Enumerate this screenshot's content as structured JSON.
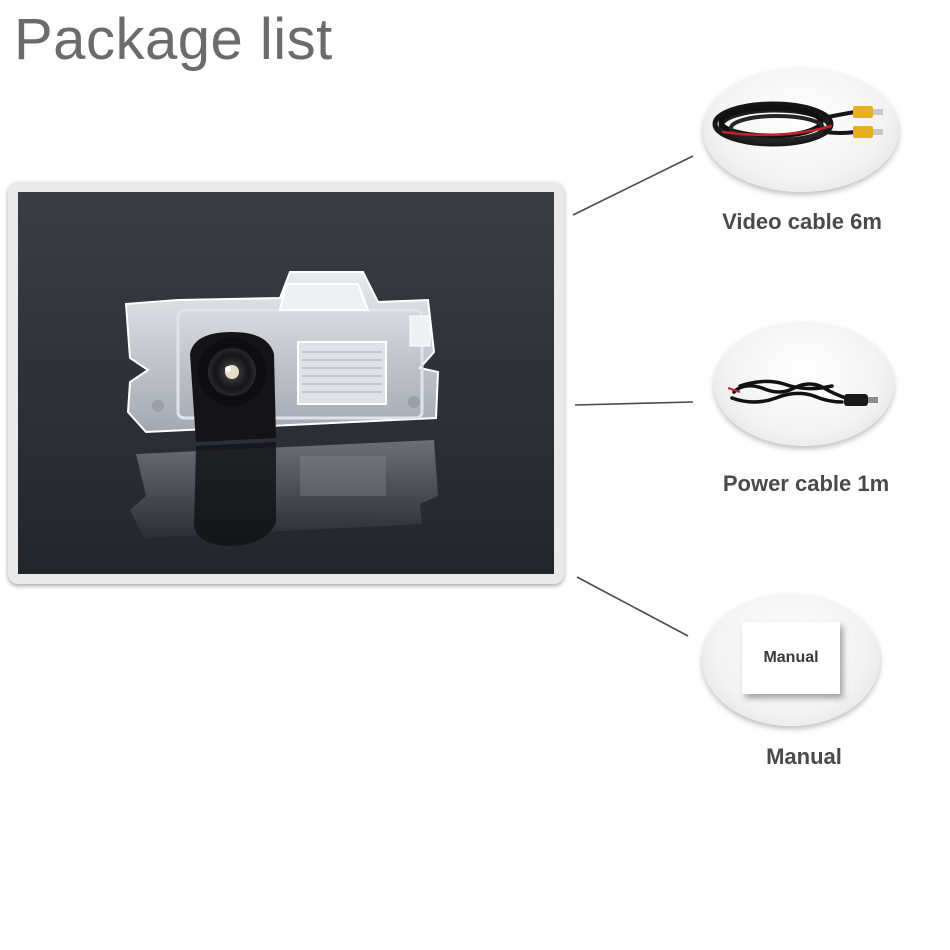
{
  "header": {
    "title": "Package list"
  },
  "main_item": {
    "icon": "rear-view-camera-with-license-plate-bracket"
  },
  "accessories": [
    {
      "caption": "Video cable 6m",
      "icon": "video-cable-icon"
    },
    {
      "caption": "Power cable 1m",
      "icon": "power-cable-icon"
    },
    {
      "caption": "Manual",
      "icon": "manual-icon",
      "card_label": "Manual"
    }
  ],
  "colors": {
    "title": "#6b6b6b",
    "caption": "#4a4a4a",
    "photo_background": "#2e3038",
    "rca_plug": "#e8b020",
    "cable_red": "#c8202a"
  }
}
